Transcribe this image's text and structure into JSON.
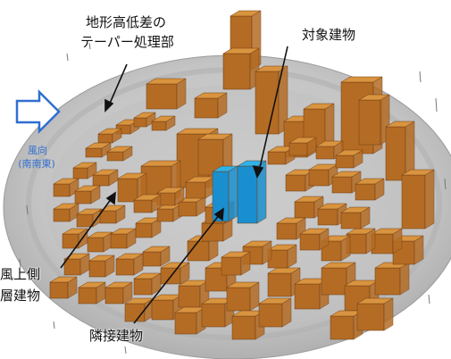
{
  "labels": {
    "taper_line1": "地形高低差の",
    "taper_line2": "テーパー処理部",
    "target_building": "対象建物",
    "wind_line1": "風向",
    "wind_line2": "(南南東)",
    "upwind_line1": "風上側",
    "upwind_line2": "層建物",
    "adjacent_building": "隣接建物"
  },
  "colors": {
    "background": "#ffffff",
    "ground": "#c7c7c7",
    "ground_dark": "#9a9a9a",
    "building_top": "#d9943f",
    "building_side": "#b46c24",
    "building_edge": "#6e3b12",
    "target_top": "#2fb2ea",
    "target_side": "#1a8fcf",
    "wind_arrow": "#2f6fd0",
    "annotation_line": "#111111"
  },
  "icons": {
    "wind_arrow": "hollow-right-arrow-icon"
  }
}
